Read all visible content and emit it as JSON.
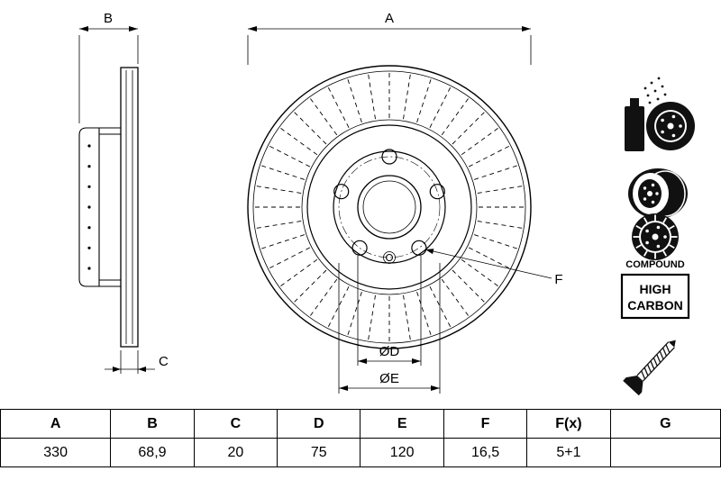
{
  "drawing": {
    "dim_a": "A",
    "dim_b": "B",
    "dim_c": "C",
    "dim_d": "ØD",
    "dim_e": "ØE",
    "dim_f": "F"
  },
  "icons": {
    "spray": "compound-coating-spray-icon",
    "disc_angled": "brake-disc-angled-icon",
    "disc_front": "brake-disc-front-icon",
    "screw": "countersunk-screw-icon"
  },
  "badges": {
    "compound": "COMPOUND",
    "high_carbon_line1": "HIGH",
    "high_carbon_line2": "CARBON"
  },
  "table": {
    "headers": [
      "A",
      "B",
      "C",
      "D",
      "E",
      "F",
      "F(x)",
      "G"
    ],
    "values": [
      "330",
      "68,9",
      "20",
      "75",
      "120",
      "16,5",
      "5+1",
      ""
    ]
  },
  "colors": {
    "line": "#000000",
    "background": "#ffffff"
  }
}
